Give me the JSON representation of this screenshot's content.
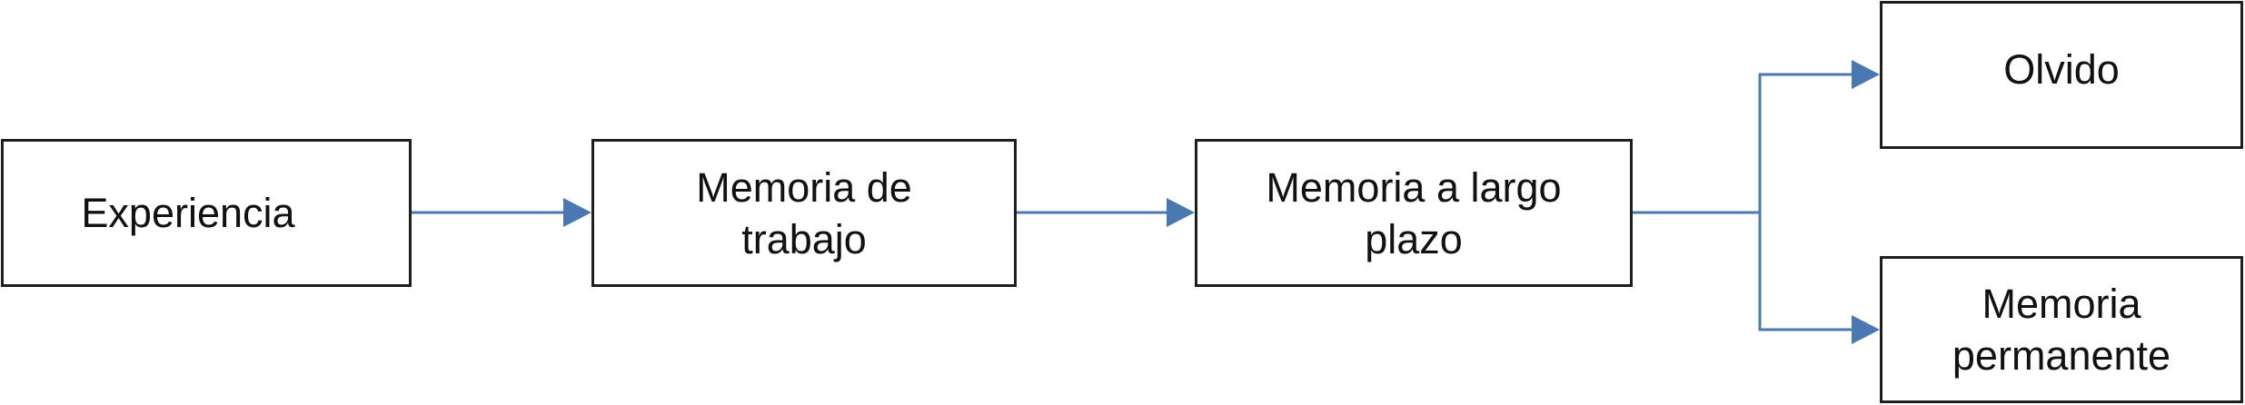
{
  "diagram": {
    "nodes": {
      "experiencia": {
        "lines": [
          "Experiencia"
        ]
      },
      "trabajo": {
        "lines": [
          "Memoria de",
          "trabajo"
        ]
      },
      "largo_plazo": {
        "lines": [
          "Memoria a largo",
          "plazo"
        ]
      },
      "olvido": {
        "lines": [
          "Olvido"
        ]
      },
      "permanente": {
        "lines": [
          "Memoria",
          "permanente"
        ]
      }
    },
    "edges": [
      {
        "from": "experiencia",
        "to": "trabajo"
      },
      {
        "from": "trabajo",
        "to": "largo_plazo"
      },
      {
        "from": "largo_plazo",
        "to": "olvido"
      },
      {
        "from": "largo_plazo",
        "to": "permanente"
      }
    ],
    "colors": {
      "connector": "#4a78b0",
      "box_border": "#1f1f1f",
      "text": "#111111"
    }
  }
}
